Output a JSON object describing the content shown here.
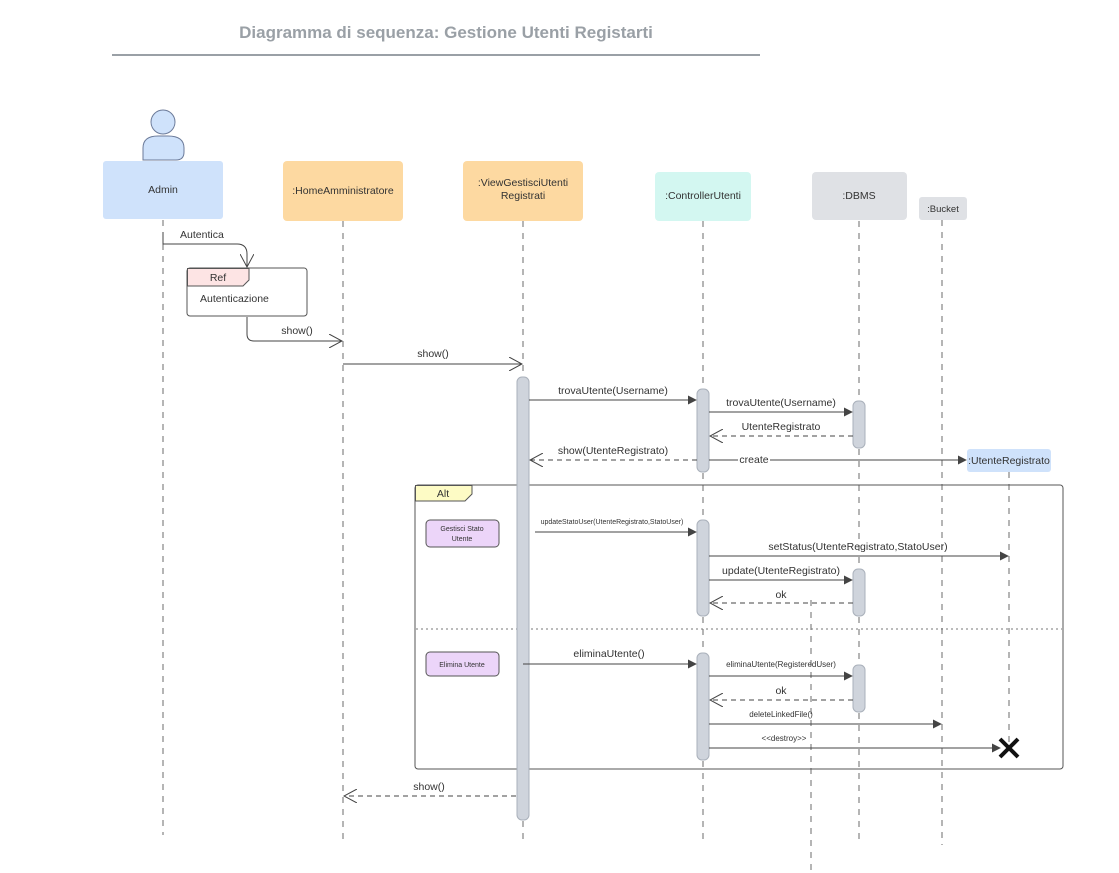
{
  "title": "Diagramma di sequenza: Gestione Utenti Registarti",
  "participants": {
    "admin": "Admin",
    "home": ":HomeAmministratore",
    "view_line1": ":ViewGestisciUtenti",
    "view_line2": "Registrati",
    "controller": ":ControllerUtenti",
    "dbms": ":DBMS",
    "bucket": ":Bucket",
    "utente": ":UtenteRegistrato"
  },
  "ref_frame": {
    "tag": "Ref",
    "label": "Autenticazione"
  },
  "alt_frame": {
    "tag": "Alt",
    "guard1": "Gestisci Stato Utente",
    "guard1_line1": "Gestisci Stato",
    "guard1_line2": "Utente",
    "guard2": "Elimina Utente"
  },
  "messages": {
    "autentica": "Autentica",
    "show1": "show()",
    "show2": "show()",
    "trova1": "trovaUtente(Username)",
    "trova2": "trovaUtente(Username)",
    "utente_reg": "UtenteRegistrato",
    "show_utente": "show(UtenteRegistrato)",
    "create": "create",
    "update_stato": "updateStatoUser(UtenteRegistrato,StatoUser)",
    "set_status": "setStatus(UtenteRegistrato,StatoUser)",
    "update": "update(UtenteRegistrato)",
    "ok1": "ok",
    "elimina": "eliminaUtente()",
    "elimina_reg": "eliminaUtente(RegisteredUser)",
    "ok2": "ok",
    "delete_file": "deleteLinkedFile()",
    "destroy": "<<destroy>>",
    "show3": "show()"
  },
  "colors": {
    "actor": "#cfe2fb",
    "boundary": "#fdd9a1",
    "controller": "#d3f7f1",
    "entity": "#dfe1e5",
    "created": "#cfe2fb",
    "guard": "#ecd5f9",
    "ref_tag": "#fde4e4",
    "alt_tag": "#fdfbc5"
  }
}
